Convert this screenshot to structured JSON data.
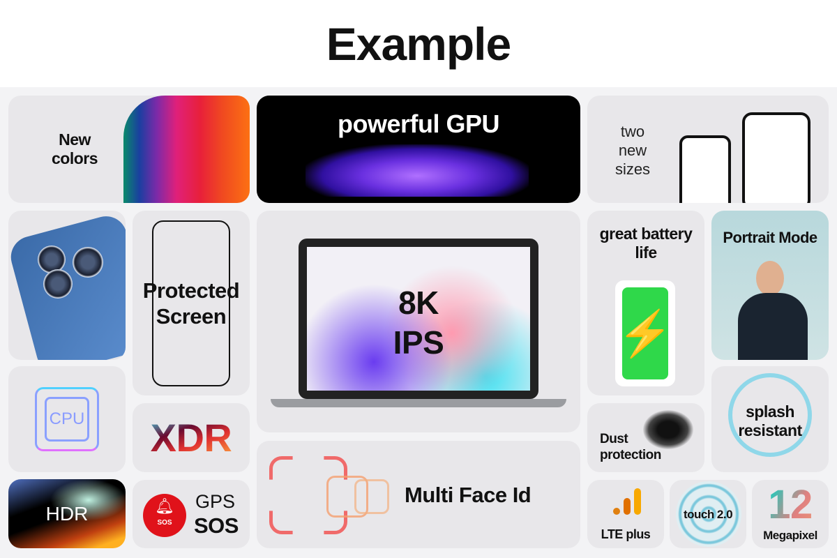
{
  "title": "Example",
  "tiles": {
    "colors": "New colors",
    "gpu": "powerful GPU",
    "sizes": "two new sizes",
    "protected": "Protected Screen",
    "display_line1": "8K",
    "display_line2": "IPS",
    "battery": "great battery life",
    "portrait": "Portrait Mode",
    "cpu": "CPU",
    "xdr": "XDR",
    "dust": "Dust protection",
    "splash": "splash resistant",
    "hdr": "HDR",
    "gps": "GPS",
    "sos": "SOS",
    "sos_badge": "SOS",
    "faceid": "Multi Face Id",
    "lte": "LTE plus",
    "touch": "touch 2.0",
    "mp_number": "12",
    "mp_label": "Megapixel"
  }
}
